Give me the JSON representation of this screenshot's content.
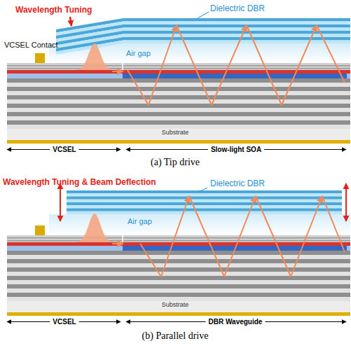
{
  "diagram": {
    "labels": [
      "Wavelength Tuning",
      "Dielectric DBR",
      "VCSEL Contact",
      "Air gap",
      "Substrate",
      "VCSEL",
      "Slow-light SOA",
      "(a) Tip drive",
      "Wavelength Tuning & Beam Deflection",
      "Dielectric DBR",
      "Air gap",
      "Substrate",
      "VCSEL",
      "DBR Waveguide",
      "(b) Parallel drive"
    ]
  }
}
